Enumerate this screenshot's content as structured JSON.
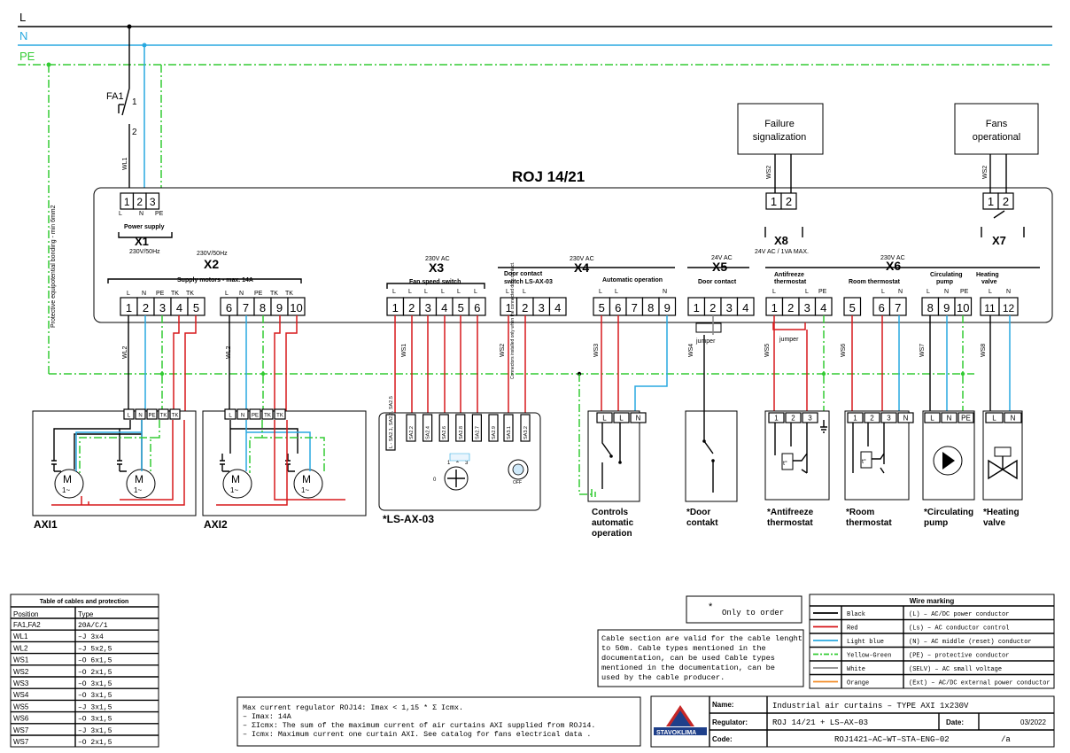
{
  "bus": {
    "l": "L",
    "n": "N",
    "pe": "PE"
  },
  "fa1": {
    "label": "FA1",
    "c1": "1",
    "c2": "2",
    "cable": "WL1"
  },
  "bonding": "Protective equipotential bonding - min 6mm2",
  "title": "ROJ 14/21",
  "signal_boxes": [
    {
      "l1": "Failure",
      "l2": "signalization",
      "cable": "WS2"
    },
    {
      "l1": "Fans",
      "l2": "operational",
      "cable": "WS2"
    }
  ],
  "x1": {
    "id": "X1",
    "terms": [
      "1",
      "2",
      "3"
    ],
    "labels": [
      "L",
      "N",
      "PE"
    ],
    "name": "Power supply",
    "voltage": "230V/50Hz"
  },
  "x8": {
    "id": "X8",
    "terms": [
      "1",
      "2"
    ],
    "note": "24V AC / 1VA MAX."
  },
  "x7": {
    "id": "X7",
    "terms": [
      "1",
      "2"
    ]
  },
  "x2": {
    "voltage": "230V/50Hz",
    "id": "X2",
    "name": "Supply motors - max. 14A",
    "labels": [
      "L",
      "N",
      "PE",
      "TK",
      "TK",
      "L",
      "N",
      "PE",
      "TK",
      "TK"
    ],
    "terms": [
      "1",
      "2",
      "3",
      "4",
      "5",
      "6",
      "7",
      "8",
      "9",
      "10"
    ]
  },
  "x3": {
    "voltage": "230V AC",
    "id": "X3",
    "name": "Fan speed switch",
    "labels": [
      "L",
      "L",
      "L",
      "L",
      "L",
      "L"
    ],
    "terms": [
      "1",
      "2",
      "3",
      "4",
      "5",
      "6"
    ]
  },
  "x4": {
    "voltage": "230V AC",
    "id": "X4",
    "name_a1": "Door contact",
    "name_a2": "switch LS-AX-03",
    "name_b": "Automatic operation",
    "labels_a": [
      "L",
      "L"
    ],
    "labels_b": [
      "L",
      "L",
      "N"
    ],
    "terms_a": [
      "1",
      "2",
      "3",
      "4"
    ],
    "terms_b": [
      "5",
      "6",
      "7",
      "8",
      "9"
    ]
  },
  "x5": {
    "voltage": "24V AC",
    "id": "X5",
    "name": "Door contact",
    "terms": [
      "1",
      "2",
      "3",
      "4"
    ],
    "jumper": "jumper"
  },
  "x6": {
    "voltage": "230V AC",
    "id": "X6",
    "groups": [
      "Antifreeze",
      "thermostat",
      "Room thermostat",
      "Circulating",
      "pump",
      "Heating",
      "valve"
    ],
    "labels_a": [
      "L",
      "L",
      "PE"
    ],
    "labels_b": [
      "L",
      "N"
    ],
    "labels_c": [
      "L",
      "N",
      "PE"
    ],
    "labels_d": [
      "L",
      "N"
    ],
    "terms_a": [
      "1",
      "2",
      "3",
      "4"
    ],
    "terms_b": [
      "5",
      "6",
      "7"
    ],
    "terms_c": [
      "8",
      "9",
      "10"
    ],
    "terms_d": [
      "11",
      "12"
    ],
    "jumper": "jumper"
  },
  "cables": {
    "wl2a": "WL2",
    "wl2b": "WL2",
    "ws1": "WS1",
    "ws2": "WS2",
    "ws3": "WS3",
    "ws4": "WS4",
    "ws5": "WS5",
    "ws6": "WS6",
    "ws7": "WS7",
    "ws8": "WS8"
  },
  "ws2_note": "Connectors installed only when the connected door contact.",
  "motor_terms": [
    "L",
    "N",
    "PE",
    "TK",
    "TK"
  ],
  "motor_symbol": "M",
  "motor_sub": "1~",
  "ls_terms": [
    "L - SA2.1, SA2.3, SA2.5",
    "SA2.2",
    "SA2.4",
    "SA2.6",
    "SA2.8",
    "SA2.7",
    "SA2.9"
  ],
  "ls_door": [
    "SA3.1",
    "SA3.2"
  ],
  "ls_switch_nums": [
    "0",
    "1",
    "2",
    "3"
  ],
  "ls_door_sym": "OFF",
  "device_terms": {
    "auto": [
      "L",
      "L",
      "N"
    ],
    "antifreeze": [
      "1",
      "2",
      "3"
    ],
    "room": [
      "1",
      "2",
      "3",
      "N"
    ],
    "pump": [
      "L",
      "N",
      "PE"
    ],
    "valve": [
      "L",
      "N"
    ]
  },
  "captions": {
    "axi1": "AXI1",
    "axi2": "AXI2",
    "ls": "*LS-AX-03",
    "controls": [
      "Controls",
      "automatic",
      "operation"
    ],
    "door": [
      "*Door",
      "contakt"
    ],
    "antifreeze": [
      "*Antifreeze",
      "thermostat"
    ],
    "room": [
      "*Room",
      "thermostat"
    ],
    "pump": [
      "*Circulating",
      "pump"
    ],
    "valve": [
      "*Heating",
      "valve"
    ]
  },
  "cable_table": {
    "title": "Table of cables and protection",
    "headers": [
      "Position",
      "Type"
    ],
    "rows": [
      [
        "FA1,FA2",
        "20A/C/1"
      ],
      [
        "WL1",
        "–J 3x4"
      ],
      [
        "WL2",
        "–J 5x2,5"
      ],
      [
        "WS1",
        "–O 6x1,5"
      ],
      [
        "WS2",
        "–O 2x1,5"
      ],
      [
        "WS3",
        "–O 3x1,5"
      ],
      [
        "WS4",
        "–O 3x1,5"
      ],
      [
        "WS5",
        "–J 3x1,5"
      ],
      [
        "WS6",
        "–O 3x1,5"
      ],
      [
        "WS7",
        "–J 3x1,5"
      ],
      [
        "WS7",
        "–O 2x1,5"
      ]
    ]
  },
  "order_note": {
    "star": "*",
    "text": "Only to order"
  },
  "cable_section_note": [
    "Cable section are valid for the cable lenght",
    "to 50m. Cable types mentioned in the",
    "documentation, can be used Cable types",
    "mentioned in the documentation, can be",
    "used by the cable producer."
  ],
  "current_note": [
    "Max current regulator ROJ14: Imax < 1,15 * Σ Icmx.",
    "–    Imax: 14A",
    "–  ΣIcmx: The sum of the maximum current of air curtains AXI supplied from ROJ14.",
    "–     Icmx: Maximum current one curtain AXI. See catalog for fans electrical data ."
  ],
  "wire_marking": {
    "title": "Wire marking",
    "rows": [
      {
        "color": "#000000",
        "name": "Black",
        "desc": "(L) – AC/DC power conductor",
        "style": "solid"
      },
      {
        "color": "#d7191c",
        "name": "Red",
        "desc": "(Ls) – AC conductor control",
        "style": "solid"
      },
      {
        "color": "#29a9e0",
        "name": "Light blue",
        "desc": "(N) – AC middle (reset) conductor",
        "style": "solid"
      },
      {
        "color": "#33cc33",
        "name": "Yellow-Green",
        "desc": "(PE) – protective conductor",
        "style": "dash"
      },
      {
        "color": "#888888",
        "name": "White",
        "desc": "(SELV) – AC small voltage",
        "style": "solid"
      },
      {
        "color": "#f28c28",
        "name": "Orange",
        "desc": "(Ext) – AC/DC external power conductor",
        "style": "solid"
      }
    ]
  },
  "title_block": {
    "logo": "STAVOKLIMA",
    "name_label": "Name:",
    "name": "Industrial air curtains – TYPE AXI 1x230V",
    "reg_label": "Regulator:",
    "reg": "ROJ 14/21 + LS–AX–03",
    "date_label": "Date:",
    "date": "03/2022",
    "code_label": "Code:",
    "code": "ROJ1421–AC–WT–STA–ENG–02",
    "rev": "/a"
  }
}
